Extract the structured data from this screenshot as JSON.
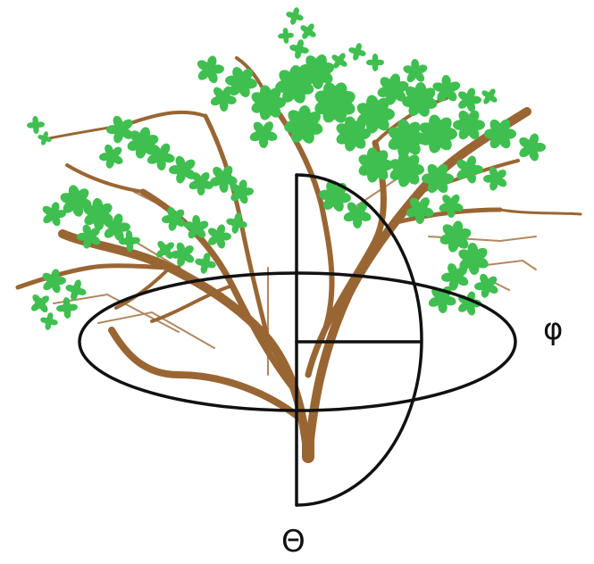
{
  "labels": {
    "phi": "φ",
    "theta": "Θ"
  },
  "colors": {
    "background": "#ffffff",
    "trunk": "#996633",
    "thin_branch": "#b08860",
    "foliage": "#3fbf4f",
    "guides": "#111111"
  },
  "icons": {
    "tree": "tree-illustration"
  }
}
